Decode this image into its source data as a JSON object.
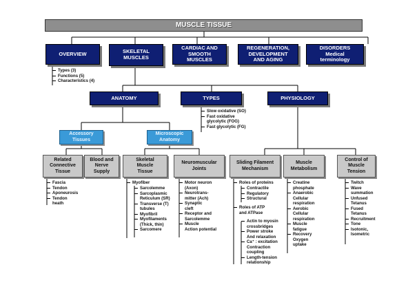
{
  "title": "MUSCLE TISSUE",
  "level1": [
    {
      "label": "OVERVIEW"
    },
    {
      "label": "SKELETAL\nMUSCLES"
    },
    {
      "label": "CARDIAC AND\nSMOOTH\nMUSCLES"
    },
    {
      "label": "REGENERATION,\nDEVELOPMENT\nAND AGING"
    },
    {
      "label": "DISORDERS\nMedical\nterminology"
    }
  ],
  "overview_items": [
    "Types (3)",
    "Functions (5)",
    "Characteristics (4)"
  ],
  "level2": [
    {
      "label": "ANATOMY"
    },
    {
      "label": "TYPES"
    },
    {
      "label": "PHYSIOLOGY"
    }
  ],
  "types_items": [
    "Slow oxidative (SO)",
    "Fast oxidative\nglycolytic (FOG)",
    "Fast glycolytic (FG)"
  ],
  "level3": [
    {
      "label": "Accessory\nTissues"
    },
    {
      "label": "Microscopic\nAnatomy"
    }
  ],
  "level4": [
    {
      "label": "Related\nConnective\nTissue"
    },
    {
      "label": "Blood and\nNerve\nSupply"
    },
    {
      "label": "Skeletal\nMuscle\nTissue"
    },
    {
      "label": "Neuromuscular\nJoints"
    },
    {
      "label": "Sliding Filament\nMechanism"
    },
    {
      "label": "Muscle\nMetabolism"
    },
    {
      "label": "Control of\nMuscle\nTension"
    }
  ],
  "lists": {
    "connective": [
      "Fascia",
      "Tendon",
      "Aponeurosis",
      "Tendon\nheath"
    ],
    "skeletal_tissue": [
      "Myofiber"
    ],
    "skeletal_sub": [
      "Sarcolemme",
      "Sarcoplasmic\nReticulum (SR)",
      "Transverse (T)\ntubules",
      "Myofibril",
      "Myofilaments\n(Thick, thin)",
      "Sarcomere"
    ],
    "neuromuscular": [
      "Motor neuron\n(Axon)",
      "Neurotrans-\nmitter (Ach)",
      "Synaptic\ncleft",
      "Receptor and\nSarcolemme",
      "Muscle\nAction potential"
    ],
    "sliding": [
      "Roles of proteins"
    ],
    "sliding_sub1": [
      "Contractile",
      "Regulatory",
      "Structural"
    ],
    "sliding2": [
      "Roles of ATP\nand ATPase"
    ],
    "sliding_sub2": [
      "Actin to myosin\ncrossbridges",
      "Power stroke\nAnd relaxation",
      "Ca⁺ : excitation\nContraction\ncoupling",
      "Length-tension\nrelationship"
    ],
    "metabolism": [
      "Creatine\nphosphate",
      "Anaerobic\nCellular\nrespiration",
      "Aerobic\nCellular\nrespiration",
      "Muscle\nfatigue",
      "Recovery\nOxygen\nuptake"
    ],
    "tension": [
      "Twitch",
      "Wave\nsummation",
      "Unfused\nTetanus",
      "Fused\nTetanus",
      "Recruitment",
      "Tone",
      "Isotonic,\nIsometric"
    ]
  }
}
